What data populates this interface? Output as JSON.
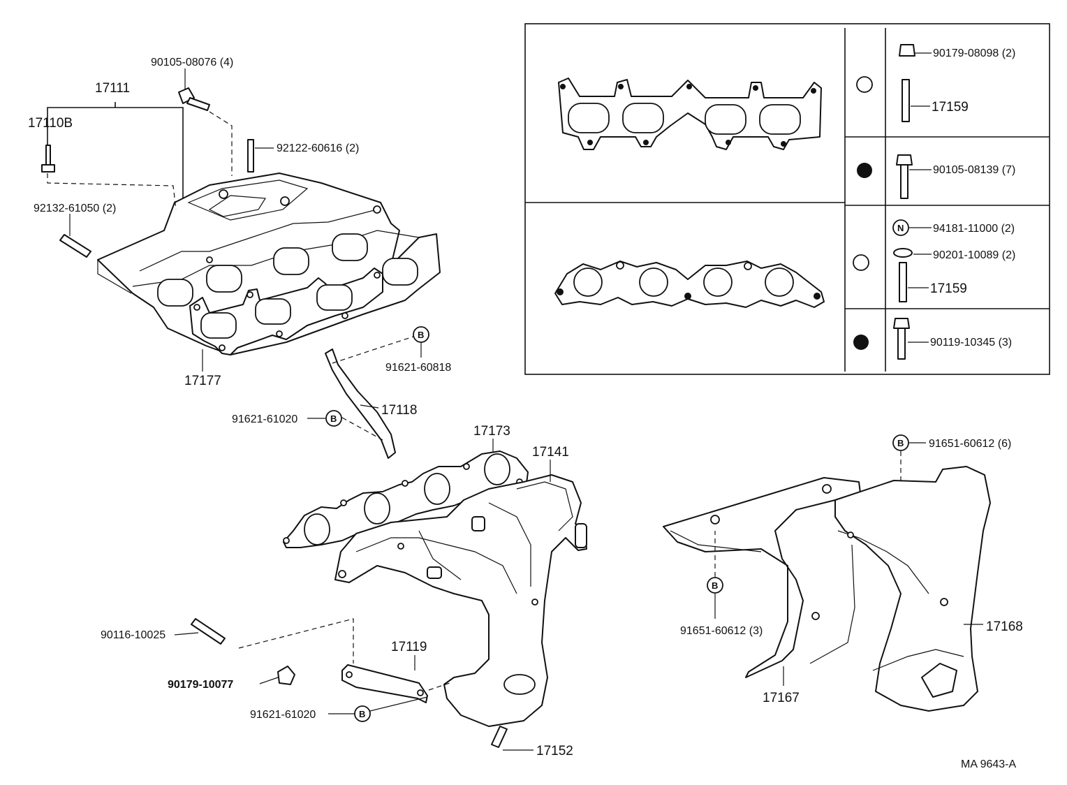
{
  "labels": {
    "p17111": "17111",
    "p17110b": "17110B",
    "p90105_08076": "90105-08076 (4)",
    "p92122_60616": "92122-60616 (2)",
    "p92132_61050": "92132-61050 (2)",
    "p17177": "17177",
    "p91621_60818": "91621-60818",
    "p17118": "17118",
    "p91621_61020_top": "91621-61020",
    "p17173": "17173",
    "p17141": "17141",
    "p90116_10025": "90116-10025",
    "p90179_10077": "90179-10077",
    "p17119": "17119",
    "p91621_61020_bot": "91621-61020",
    "p17152": "17152",
    "p91651_60612_6": "91651-60612 (6)",
    "p91651_60612_3": "91651-60612 (3)",
    "p17168": "17168",
    "p17167": "17167",
    "p90179_08098": "90179-08098 (2)",
    "p17159_a": "17159",
    "p90105_08139": "90105-08139 (7)",
    "p94181_11000": "94181-11000 (2)",
    "p90201_10089": "90201-10089 (2)",
    "p17159_b": "17159",
    "p90119_10345": "90119-10345 (3)",
    "ref": "MA  9643-A"
  },
  "circle_marks": {
    "b": "B",
    "n": "N"
  }
}
